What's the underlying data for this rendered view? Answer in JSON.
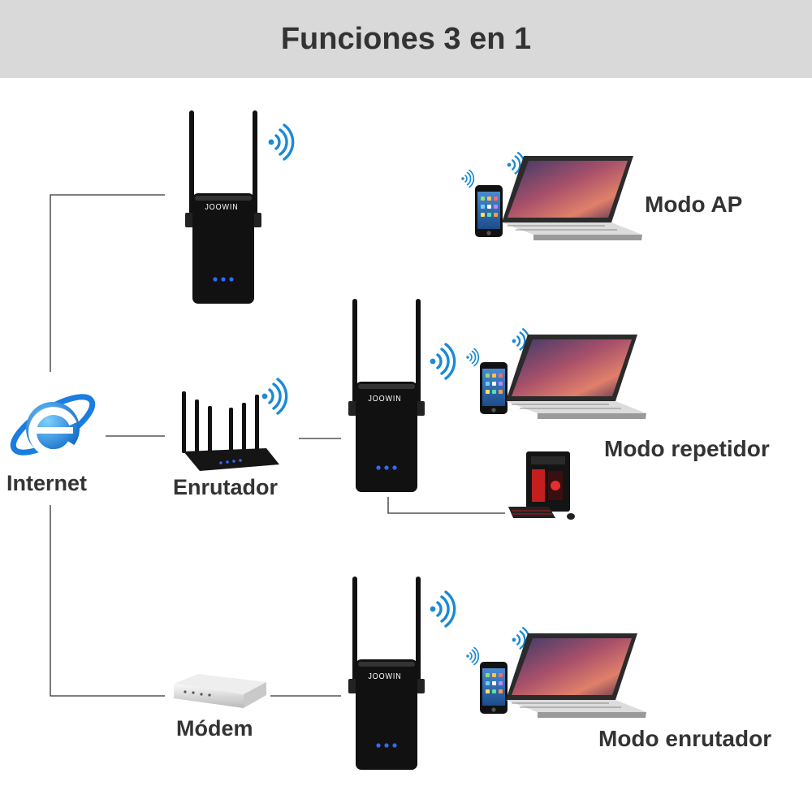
{
  "header": {
    "title": "Funciones 3 en 1"
  },
  "nodes": {
    "internet": "Internet",
    "router": "Enrutador",
    "modem": "Módem",
    "brand": "JOOWIN"
  },
  "modes": {
    "ap": "Modo AP",
    "repeater": "Modo repetidor",
    "router": "Modo enrutador"
  },
  "colors": {
    "header_bg": "#d9d9d9",
    "text": "#333333",
    "wifi": "#1a8ad4",
    "device": "#111111",
    "led": "#2f6bff"
  }
}
